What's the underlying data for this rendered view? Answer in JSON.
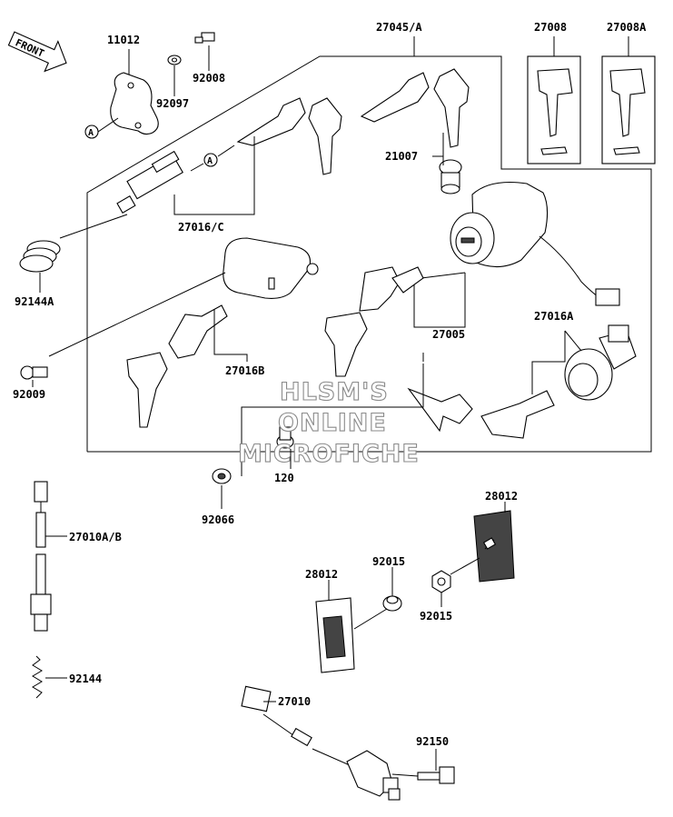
{
  "front_badge": "FRONT",
  "callout_a": "A",
  "labels": {
    "p11012": "11012",
    "p92008": "92008",
    "p92097": "92097",
    "p27045": "27045/A",
    "p27008": "27008",
    "p27008a": "27008A",
    "p21007": "21007",
    "p27016c": "27016/C",
    "p92144a": "92144A",
    "p27005": "27005",
    "p27016a": "27016A",
    "p27016b": "27016B",
    "p92009": "92009",
    "p120": "120",
    "p92066": "92066",
    "p28012_r": "28012",
    "p27010ab": "27010A/B",
    "p28012_l": "28012",
    "p92015_t": "92015",
    "p92015_b": "92015",
    "p92144": "92144",
    "p27010": "27010",
    "p92150": "92150"
  },
  "watermark": {
    "line1": "HLSM'S",
    "line2": "ONLINE",
    "line3": "MICROFICHE"
  }
}
